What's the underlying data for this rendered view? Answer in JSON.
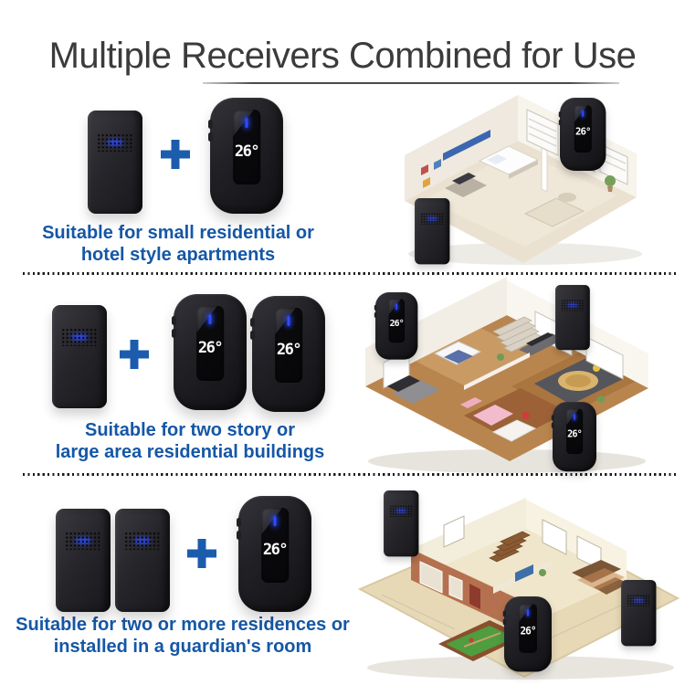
{
  "title": "Multiple Receivers Combined for Use",
  "plus_label": "+",
  "device": {
    "receiver_temperature": "26°"
  },
  "sections": [
    {
      "caption_line1": "Suitable for small residential or",
      "caption_line2": "hotel style apartments",
      "transmitter_count": 1,
      "receiver_count": 1,
      "floorplan": "small residential apartment"
    },
    {
      "caption_line1": "Suitable for two story or",
      "caption_line2": "large area residential buildings",
      "transmitter_count": 1,
      "receiver_count": 2,
      "floorplan": "large area residential building"
    },
    {
      "caption_line1": "Suitable for two or more residences or",
      "caption_line2": "installed in a guardian's room",
      "transmitter_count": 2,
      "receiver_count": 1,
      "floorplan": "villa with guardian's room"
    }
  ],
  "colors": {
    "title_color": "#3b3b3b",
    "caption_blue": "#1557a6",
    "plus_blue": "#1c5cad",
    "led_blue": "#2e4bff",
    "device_black": "#1d1d21",
    "display_white": "#ffffff"
  }
}
